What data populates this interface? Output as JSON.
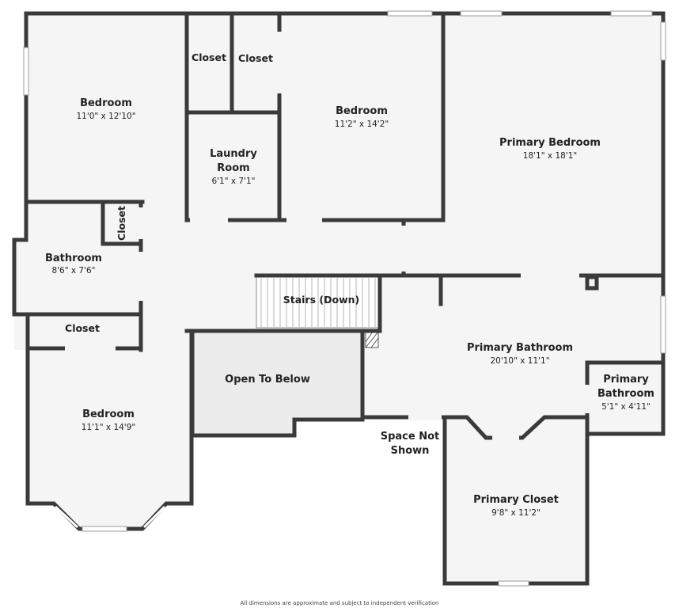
{
  "colors": {
    "wall": "#3a3a3a",
    "floor": "#f5f5f5",
    "open_to_below": "#ececec",
    "window": "#ffffff",
    "background": "#ffffff"
  },
  "rooms": {
    "bedroom_nw": {
      "name": "Bedroom",
      "dims": "11'0\" x 12'10\""
    },
    "bedroom_north": {
      "name": "Bedroom",
      "dims": "11'2\" x 14'2\""
    },
    "primary_bedroom": {
      "name": "Primary Bedroom",
      "dims": "18'1\" x 18'1\""
    },
    "laundry": {
      "name_line1": "Laundry",
      "name_line2": "Room",
      "dims": "6'1\" x 7'1\""
    },
    "bathroom": {
      "name": "Bathroom",
      "dims": "8'6\" x 7'6\""
    },
    "bedroom_sw": {
      "name": "Bedroom",
      "dims": "11'1\" x 14'9\""
    },
    "primary_bathroom": {
      "name": "Primary Bathroom",
      "dims": "20'10\" x 11'1\""
    },
    "primary_bathroom_small": {
      "name_line1": "Primary",
      "name_line2": "Bathroom",
      "dims": "5'1\" x 4'11\""
    },
    "primary_closet": {
      "name": "Primary Closet",
      "dims": "9'8\" x 11'2\""
    }
  },
  "labels": {
    "closet_1": "Closet",
    "closet_2": "Closet",
    "closet_vertical": "Closet",
    "closet_west": "Closet",
    "stairs": "Stairs (Down)",
    "open_to_below": "Open To Below",
    "space_not_shown_line1": "Space Not",
    "space_not_shown_line2": "Shown"
  },
  "footer_note": "All dimensions are approximate and subject to independent verification"
}
